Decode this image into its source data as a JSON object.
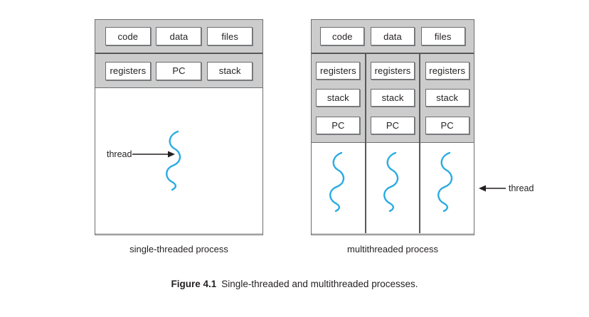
{
  "figure": {
    "number_label": "Figure 4.1",
    "caption": "Single-threaded and multithreaded processes.",
    "accent_thread_color": "#29abe2",
    "panel_fill_color": "#cccccc",
    "cell_fill_color": "#ffffff",
    "border_color": "#6d6e71"
  },
  "single_threaded": {
    "caption": "single-threaded process",
    "shared_row": [
      {
        "label": "code"
      },
      {
        "label": "data"
      },
      {
        "label": "files"
      }
    ],
    "per_thread_row": [
      {
        "label": "registers"
      },
      {
        "label": "PC"
      },
      {
        "label": "stack"
      }
    ],
    "thread_callout": {
      "label": "thread",
      "arrow_direction": "right",
      "arrow_icon": "arrow-right-icon"
    },
    "thread_count": 1
  },
  "multithreaded": {
    "caption": "multithreaded process",
    "shared_row": [
      {
        "label": "code"
      },
      {
        "label": "data"
      },
      {
        "label": "files"
      }
    ],
    "threads": [
      {
        "cells": [
          "registers",
          "stack",
          "PC"
        ]
      },
      {
        "cells": [
          "registers",
          "stack",
          "PC"
        ]
      },
      {
        "cells": [
          "registers",
          "stack",
          "PC"
        ]
      }
    ],
    "thread_callout": {
      "label": "thread",
      "arrow_direction": "left",
      "arrow_icon": "arrow-left-icon"
    },
    "thread_count": 3
  }
}
